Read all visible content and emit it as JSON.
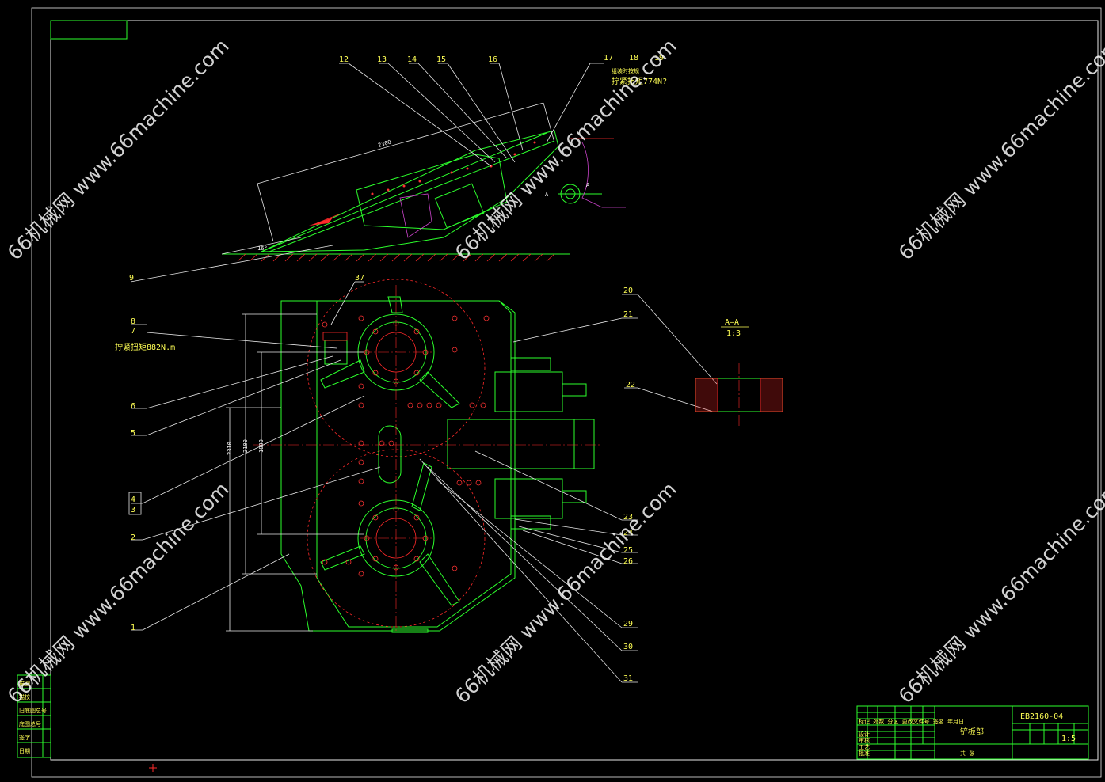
{
  "drawing": {
    "part_labels": {
      "side_view": [
        "12",
        "13",
        "14",
        "15",
        "16",
        "17",
        "18",
        "19",
        "9"
      ],
      "plan_left": [
        "37",
        "8",
        "7",
        "6",
        "5",
        "4",
        "3",
        "2",
        "1"
      ],
      "plan_right": [
        "20",
        "21",
        "22",
        "23",
        "24",
        "25",
        "26",
        "29",
        "30",
        "31"
      ]
    },
    "notes": {
      "torque_upper": "拧紧扭矩774N?",
      "torque_upper_prefix": "组装时按规",
      "torque_left": "拧紧扭矩882N.m",
      "length_dim": "2300",
      "angle": "16°",
      "dim_v1": "2310",
      "dim_v2": "2100",
      "dim_v3": "1800",
      "section_title": "A—A",
      "section_scale": "1:3",
      "section_marker": "A"
    },
    "title_block": {
      "drawing_no": "EB2160-04",
      "part_name": "铲板部",
      "scale_weight": "1:5",
      "sheet": "共  张",
      "company": "标记  处数  分区  更改文件号  签名  年月日",
      "revision_block": [
        "设计",
        "审核",
        "工艺",
        "批准"
      ]
    },
    "left_strip": [
      "描图",
      "描校",
      "旧底图总号",
      "底图总号",
      "签字",
      "日期"
    ],
    "watermark": "66机械网 www.66machine.com"
  }
}
